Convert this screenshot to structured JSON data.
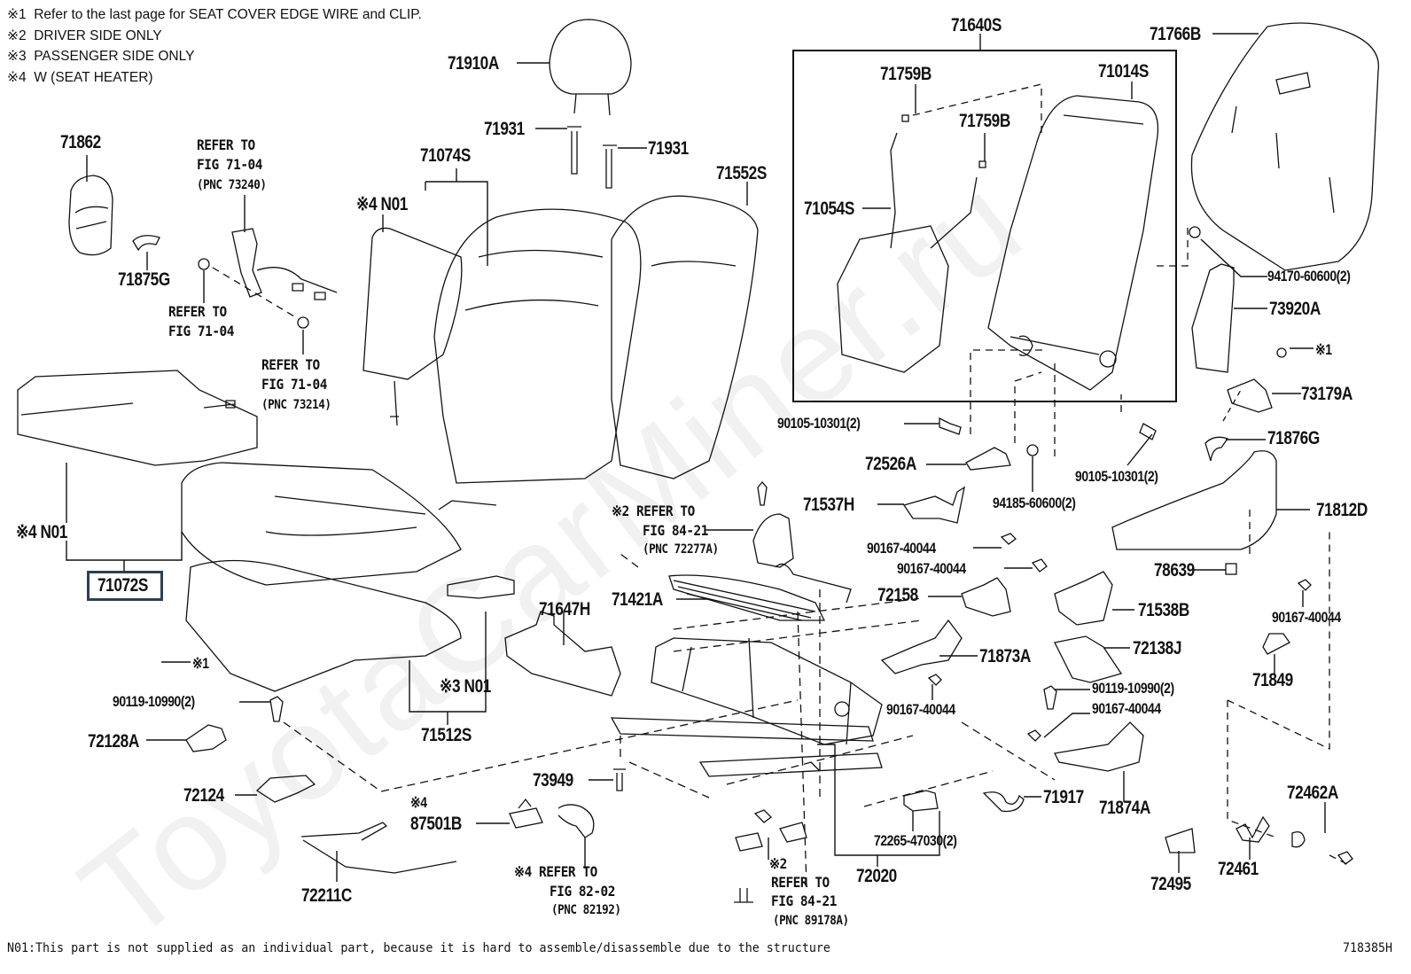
{
  "diagram": {
    "figure_code": "718385H",
    "watermark": "ToyotaCarMiner.ru",
    "notes": [
      {
        "mark": "※1",
        "text": "Refer to the last page for SEAT COVER EDGE WIRE and CLIP."
      },
      {
        "mark": "※2",
        "text": "DRIVER  SIDE  ONLY"
      },
      {
        "mark": "※3",
        "text": "PASSENGER  SIDE  ONLY"
      },
      {
        "mark": "※4",
        "text": "W (SEAT  HEATER)"
      }
    ],
    "footnote": "N01:This part is not supplied as an individual part, because it is hard to assemble/disassemble due to the structure",
    "highlighted_part": "71072S",
    "parts": {
      "p71910A": "71910A",
      "p71931a": "71931",
      "p71931b": "71931",
      "p71862": "71862",
      "p71875G": "71875G",
      "p71074S": "71074S",
      "p71552S": "71552S",
      "p71640S": "71640S",
      "p71759Ba": "71759B",
      "p71759Bb": "71759B",
      "p71014S": "71014S",
      "p71054S": "71054S",
      "p71766B": "71766B",
      "p94170": "94170-60600(2)",
      "p73920A": "73920A",
      "p73179A": "73179A",
      "p71876G": "71876G",
      "p71812D": "71812D",
      "p90105a": "90105-10301(2)",
      "p90105b": "90105-10301(2)",
      "p72526A": "72526A",
      "p94185": "94185-60600(2)",
      "p71537H": "71537H",
      "p90167a": "90167-40044",
      "p90167b": "90167-40044",
      "p90167c": "90167-40044",
      "p90167d": "90167-40044",
      "p90167e": "90167-40044",
      "p78639": "78639",
      "p72158": "72158",
      "p71538B": "71538B",
      "p71421A": "71421A",
      "p71647H": "71647H",
      "p71873A": "71873A",
      "p72138J": "72138J",
      "p71849": "71849",
      "p90119a": "90119-10990(2)",
      "p90119b": "90119-10990(2)",
      "p72128A": "72128A",
      "p72124": "72124",
      "p71512S": "71512S",
      "p71072S": "71072S",
      "p73949": "73949",
      "p87501B": "87501B",
      "p72211C": "72211C",
      "p71917": "71917",
      "p71874A": "71874A",
      "p72265": "72265-47030(2)",
      "p72020": "72020",
      "p72462A": "72462A",
      "p72495": "72495",
      "p72461": "72461"
    },
    "marks": {
      "n01_back": "※4 N01",
      "n01_cushion": "※4 N01",
      "n01_pass": "※3 N01",
      "x1_left": "※1",
      "x1_right": "※1",
      "x4_87501B": "※4"
    },
    "refs": {
      "seatbelt_buckle": {
        "l1": "REFER TO",
        "l2": "FIG 71-04",
        "l3": "(PNC 73240)"
      },
      "buckle_bolt": {
        "l1": "REFER TO",
        "l2": "FIG 71-04"
      },
      "buckle_nut": {
        "l1": "REFER TO",
        "l2": "FIG 71-04",
        "l3": "(PNC 73214)"
      },
      "driver_cover": {
        "l1": "※2 REFER TO",
        "l2": "FIG 84-21",
        "l3": "(PNC 72277A)"
      },
      "harness": {
        "l1": "※4  REFER  TO",
        "l2": "FIG 82-02",
        "l3": "(PNC 82192)"
      },
      "switch": {
        "l0": "※2",
        "l1": "REFER TO",
        "l2": "FIG 84-21",
        "l3": "(PNC 89178A)"
      }
    }
  }
}
